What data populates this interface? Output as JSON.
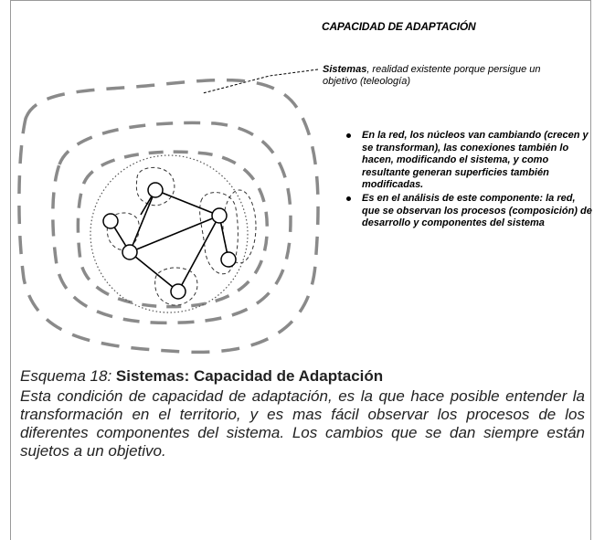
{
  "diagram": {
    "heading": "CAPACIDAD DE ADAPTACIÓN",
    "sistemas_term": "Sistemas",
    "sistemas_text": ", realidad existente porque persigue un objetivo (teleología)",
    "bullets": [
      {
        "text": "En la red, los núcleos van cambiando (crecen y se transforman), las conexiones también lo hacen, modificando el sistema, y como resultante generan superficies también modificadas."
      },
      {
        "text": "Es en el análisis de este componente: la red, que se observan los procesos (composición) de desarrollo y componentes del sistema"
      }
    ]
  },
  "caption": {
    "label": "Esquema 18: ",
    "title": "Sistemas: Capacidad de Adaptación",
    "body": "Esta condición de capacidad de adaptación, es la que hace posible entender la transformación en el territorio, y es mas fácil observar los procesos de los diferentes componentes del sistema. Los cambios que se dan siempre están sujetos a un objetivo."
  }
}
